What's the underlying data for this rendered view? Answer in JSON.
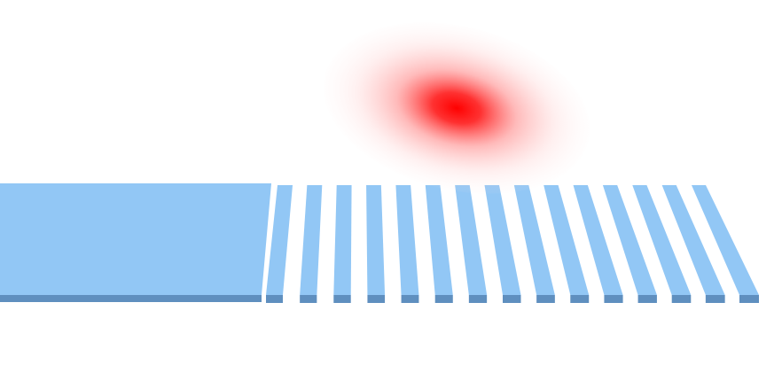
{
  "colors": {
    "background": "#ffffff",
    "grating_top": "#92c7f5",
    "grating_side": "#5f8fbf",
    "beam_core": "#ff0000",
    "beam_edge": "#ffe6e6"
  },
  "grating": {
    "tooth_count": 15,
    "has_waveguide_slab": true
  },
  "beam": {
    "shape": "gaussian-spot",
    "color": "red"
  }
}
